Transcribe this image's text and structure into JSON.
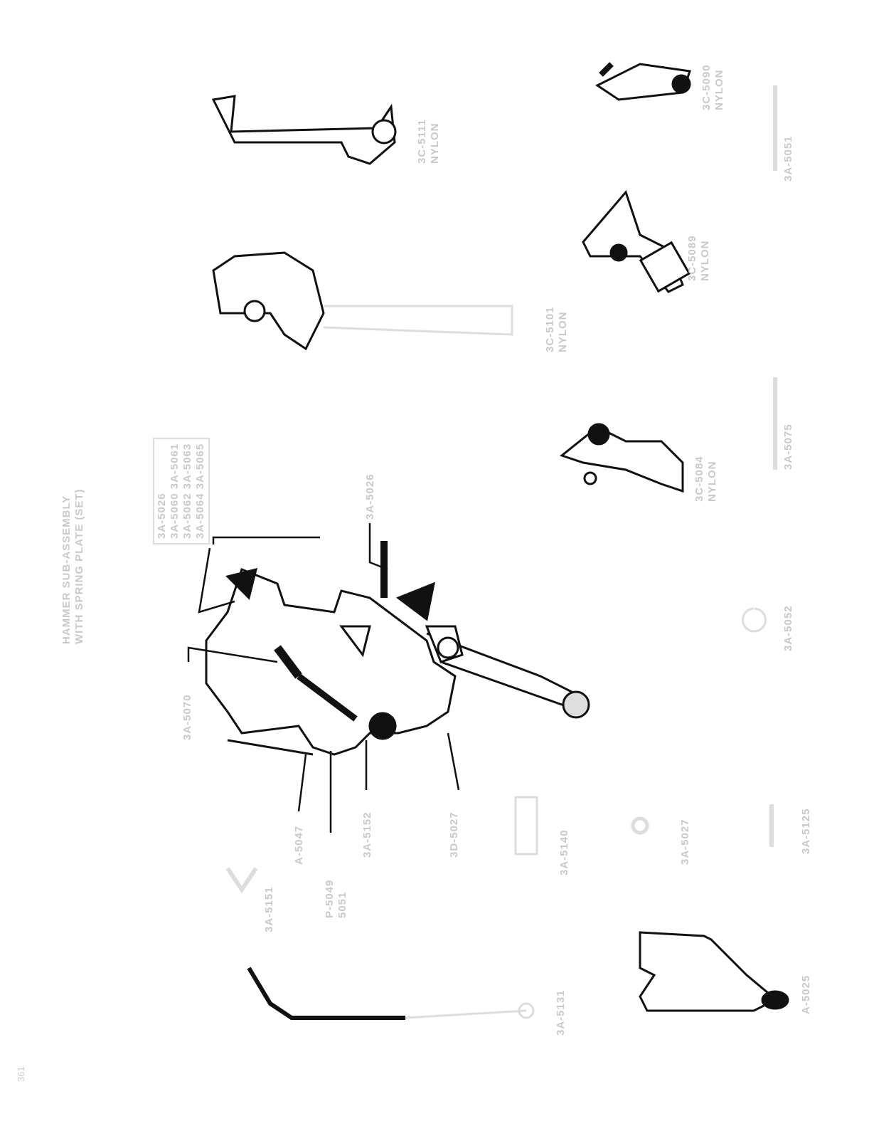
{
  "title": {
    "lines": [
      "HAMMER SUB-ASSEMBLY",
      "WITH SPRING PLATE (SET)"
    ]
  },
  "group_label": {
    "lines": [
      "3A-5026",
      "3A-5060 3A-5061",
      "3A-5062 3A-5063",
      "3A-5064 3A-5065"
    ]
  },
  "labels": {
    "l5026": "3A-5026",
    "l5070": "3A-5070",
    "l5047": "A-5047",
    "l5049a": "P-5049",
    "l5049b": "5051",
    "l5152": "3A-5152",
    "l5027d": "3D-5027",
    "l5151": "3A-5151",
    "l5140": "3A-5140",
    "l5027": "3A-5027",
    "l5125": "3A-5125",
    "l5131": "3A-5131",
    "l5025": "A-5025",
    "l5111": "3C-5111",
    "l5111m": "NYLON",
    "l5101": "3C-5101",
    "l5101m": "NYLON",
    "l5090": "3C-5090",
    "l5090m": "NYLON",
    "l5089": "3C-5089",
    "l5089m": "NYLON",
    "l5084": "3C-5084",
    "l5084m": "NYLON",
    "l5051": "3A-5051",
    "l5075": "3A-5075",
    "l5052": "3A-5052"
  },
  "page_number": "361"
}
